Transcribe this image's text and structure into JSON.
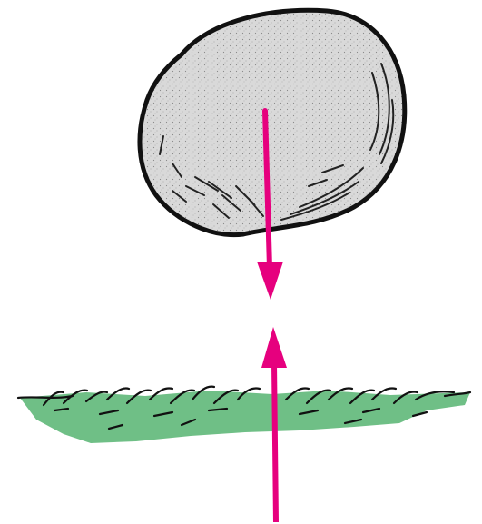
{
  "figure": {
    "objects": [
      {
        "kind": "rock",
        "icon": "rock-illustration",
        "fill": "#d9d9d9",
        "outline": "#111111"
      },
      {
        "kind": "ground",
        "icon": "grass-strip",
        "fill": "#6fbf86",
        "outline": "#111111"
      }
    ],
    "arrows": [
      {
        "name": "downward-force-arrow",
        "direction": "down",
        "color": "#e6007e"
      },
      {
        "name": "upward-force-arrow",
        "direction": "up",
        "color": "#e6007e"
      }
    ]
  }
}
